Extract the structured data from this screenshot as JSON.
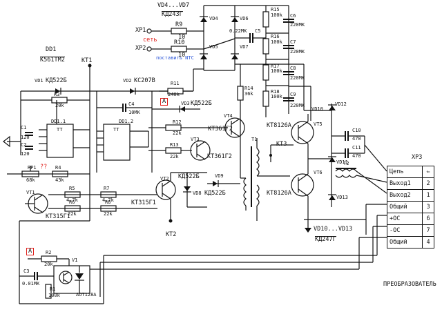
{
  "labels": {
    "vd4_vd7": "VD4...VD7",
    "kd243g": "КД243Г",
    "xp1": "XP1",
    "xp2": "XP2",
    "set": "сеть",
    "ntc": "поставить NTC",
    "r9": "R9",
    "r9v": "10",
    "r10": "R10",
    "r10v": "10",
    "vd4": "VD4",
    "vd5": "VD5",
    "vd6": "VD6",
    "vd7": "VD7",
    "c5v": "0.22МК",
    "c5": "C5",
    "r15": "R15",
    "r15v": "100k",
    "c6": "C6",
    "c6v": "220МК",
    "r16": "R16",
    "r16v": "100k",
    "c7": "C7",
    "c7v": "220МК",
    "r17": "R17",
    "r17v": "100k",
    "c8": "C8",
    "c8v": "220МК",
    "r18": "R18",
    "r18v": "100k",
    "c9": "C9",
    "c9v": "220МК",
    "dd1": "DD1",
    "k561": "К561ТМ2",
    "kt1": "КТ1",
    "vd1": "VD1",
    "kd522b": "КД522Б",
    "vd2": "VD2",
    "ks207": "КС207В",
    "r11": "R11",
    "r11v": "240k",
    "r3": "R3",
    "r3v": "20k",
    "c4": "C4",
    "c4v": "10МК",
    "vd3": "VD3",
    "vd3t": "КД522Б",
    "a": "А",
    "r14": "R14",
    "r14v": "36k",
    "c1": "C1",
    "c1v": "120",
    "c2": "C2",
    "c2v": "120",
    "dd11": "DD1.1",
    "dd12": "DD1.2",
    "tt": "TT",
    "vt4": "VT4",
    "vt3": "VT3",
    "kt361": "КТ361Г2",
    "kt361b": "КТ361Г2",
    "r12": "R12",
    "r12v": "22k",
    "r13": "R13",
    "r13v": "22k",
    "kt8126": "КТ8126А",
    "kt8126b": "КТ8126А",
    "vt5": "VT5",
    "vt6": "VT6",
    "vd10": "VD10",
    "vd11": "VD11",
    "vd12": "VD12",
    "vd13": "VD13",
    "vd10_13": "VD10...VD13",
    "kd247": "КД247Г",
    "t1": "T1",
    "t2": "T2",
    "kt3": "КТ3",
    "c10": "C10",
    "c10v": "470",
    "c11": "C11",
    "c11v": "470",
    "rp1": "RP1",
    "qq": "??",
    "rp1v": "68k",
    "r4": "R4",
    "r4v": "43k",
    "r5": "R5",
    "r5v": "4.7k",
    "r6": "R6",
    "r6v": "22k",
    "r7": "R7",
    "r7v": "4.7k",
    "r8": "R8",
    "r8v": "22k",
    "vt1": "VT1",
    "kt315": "КТ315Г1",
    "vt2": "VT2",
    "kt315b": "КТ315Г1",
    "vd8": "VD8",
    "vd9": "VD9",
    "kd522c": "КД522Б",
    "kd522d": "КД522Б",
    "kt2": "КТ2",
    "r2": "R2",
    "r2v": "20k",
    "c3": "C3",
    "c3v": "0.01МК",
    "r1": "R1",
    "r1v": "100k",
    "v1": "V1",
    "aot": "АОТ128А",
    "xp3": "XP3",
    "converter": "ПРЕОБРАЗОВАТЕЛЬ"
  },
  "xp3_rows": [
    {
      "name": "Цепь",
      "num": "⇐"
    },
    {
      "name": "Выход1",
      "num": "2"
    },
    {
      "name": "Выход2",
      "num": "1"
    },
    {
      "name": "Общий",
      "num": "3"
    },
    {
      "name": "+ОС",
      "num": "6"
    },
    {
      "name": "-ОС",
      "num": "7"
    },
    {
      "name": "Общий",
      "num": "4"
    }
  ]
}
